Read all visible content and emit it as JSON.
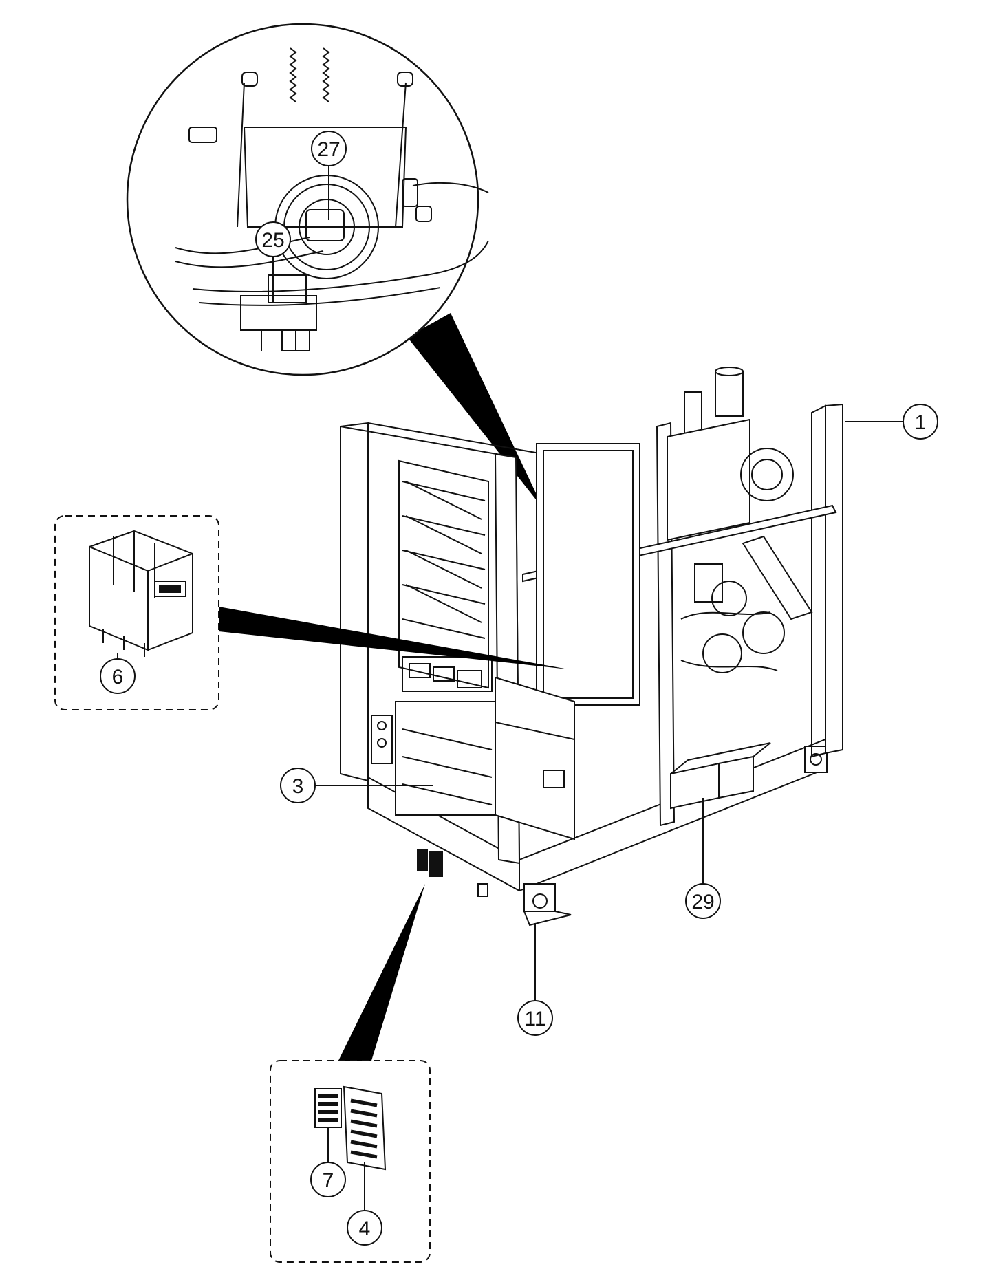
{
  "callouts": [
    {
      "id": "c1",
      "label": "1"
    },
    {
      "id": "c3",
      "label": "3"
    },
    {
      "id": "c4",
      "label": "4"
    },
    {
      "id": "c6",
      "label": "6"
    },
    {
      "id": "c7",
      "label": "7"
    },
    {
      "id": "c11",
      "label": "11"
    },
    {
      "id": "c25",
      "label": "25"
    },
    {
      "id": "c27",
      "label": "27"
    },
    {
      "id": "c29",
      "label": "29"
    }
  ],
  "colors": {
    "line": "#111111",
    "background": "#ffffff",
    "wedge": "#000000"
  }
}
